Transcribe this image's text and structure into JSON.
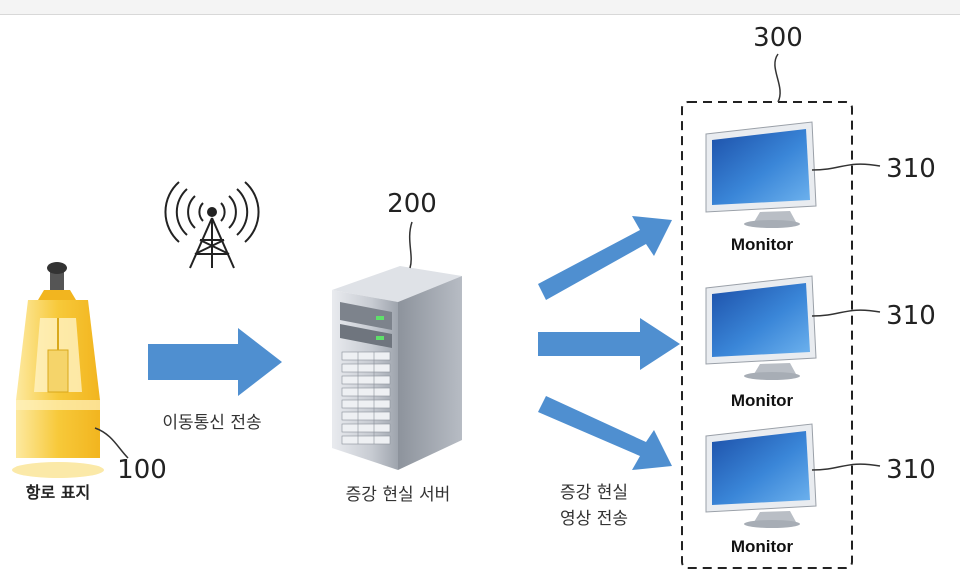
{
  "labels": {
    "buoy_ref": "100",
    "server_ref": "200",
    "monitor_group_ref": "300",
    "monitor_refs": [
      "310",
      "310",
      "310"
    ],
    "buoy_caption": "항로 표지",
    "transmission_caption": "이동통신 전송",
    "server_caption": "증강 현실 서버",
    "ar_video_caption_line1": "증강 현실",
    "ar_video_caption_line2": "영상 전송",
    "monitor_captions": [
      "Monitor",
      "Monitor",
      "Monitor"
    ]
  },
  "colors": {
    "arrow": "#4f8fd0",
    "buoy": "#f7c93a",
    "buoy_glow": "#fde9a0",
    "screen": "#2f6fc7",
    "server": "#c8ccd3"
  },
  "icons": [
    "buoy-icon",
    "antenna-icon",
    "server-icon",
    "monitor-icon"
  ]
}
